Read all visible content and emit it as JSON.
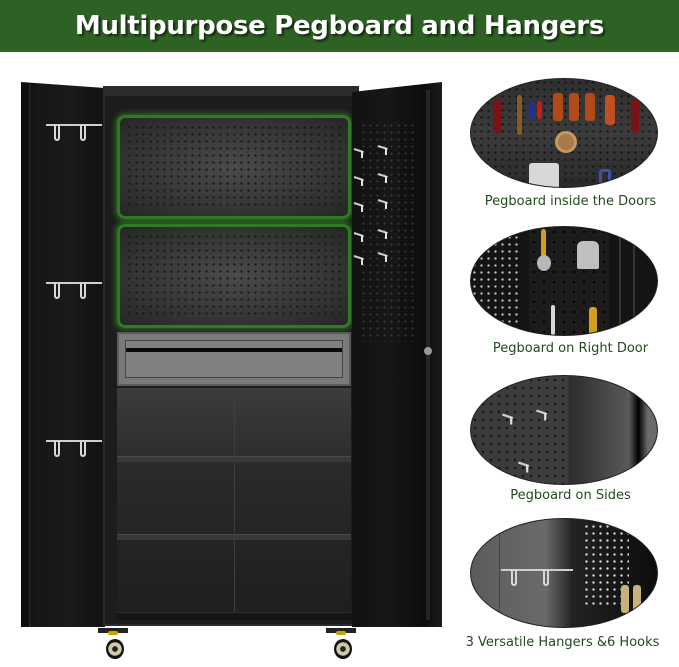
{
  "banner": {
    "title": "Multipurpose Pegboard and Hangers",
    "background_color": "#2e6224",
    "text_color": "#ffffff"
  },
  "product": {
    "name": "Black metal storage cabinet with open doors",
    "highlight_color": "#2f7a25",
    "features_shown": [
      "pegboard back panels (2, highlighted)",
      "drawer",
      "2 adjustable shelves",
      "4 caster wheels",
      "door hangers with hooks",
      "pegboard hooks on right door"
    ]
  },
  "features": [
    {
      "caption": "Pegboard inside the Doors",
      "icon": "tools-on-pegboard-image"
    },
    {
      "caption": "Pegboard on Right Door",
      "icon": "wrench-on-door-pegboard-image"
    },
    {
      "caption": "Pegboard on Sides",
      "icon": "side-pegboard-image"
    },
    {
      "caption": "3 Versatile Hangers &6 Hooks",
      "icon": "hangers-and-hooks-image"
    }
  ],
  "caption_color": "#234a1f"
}
